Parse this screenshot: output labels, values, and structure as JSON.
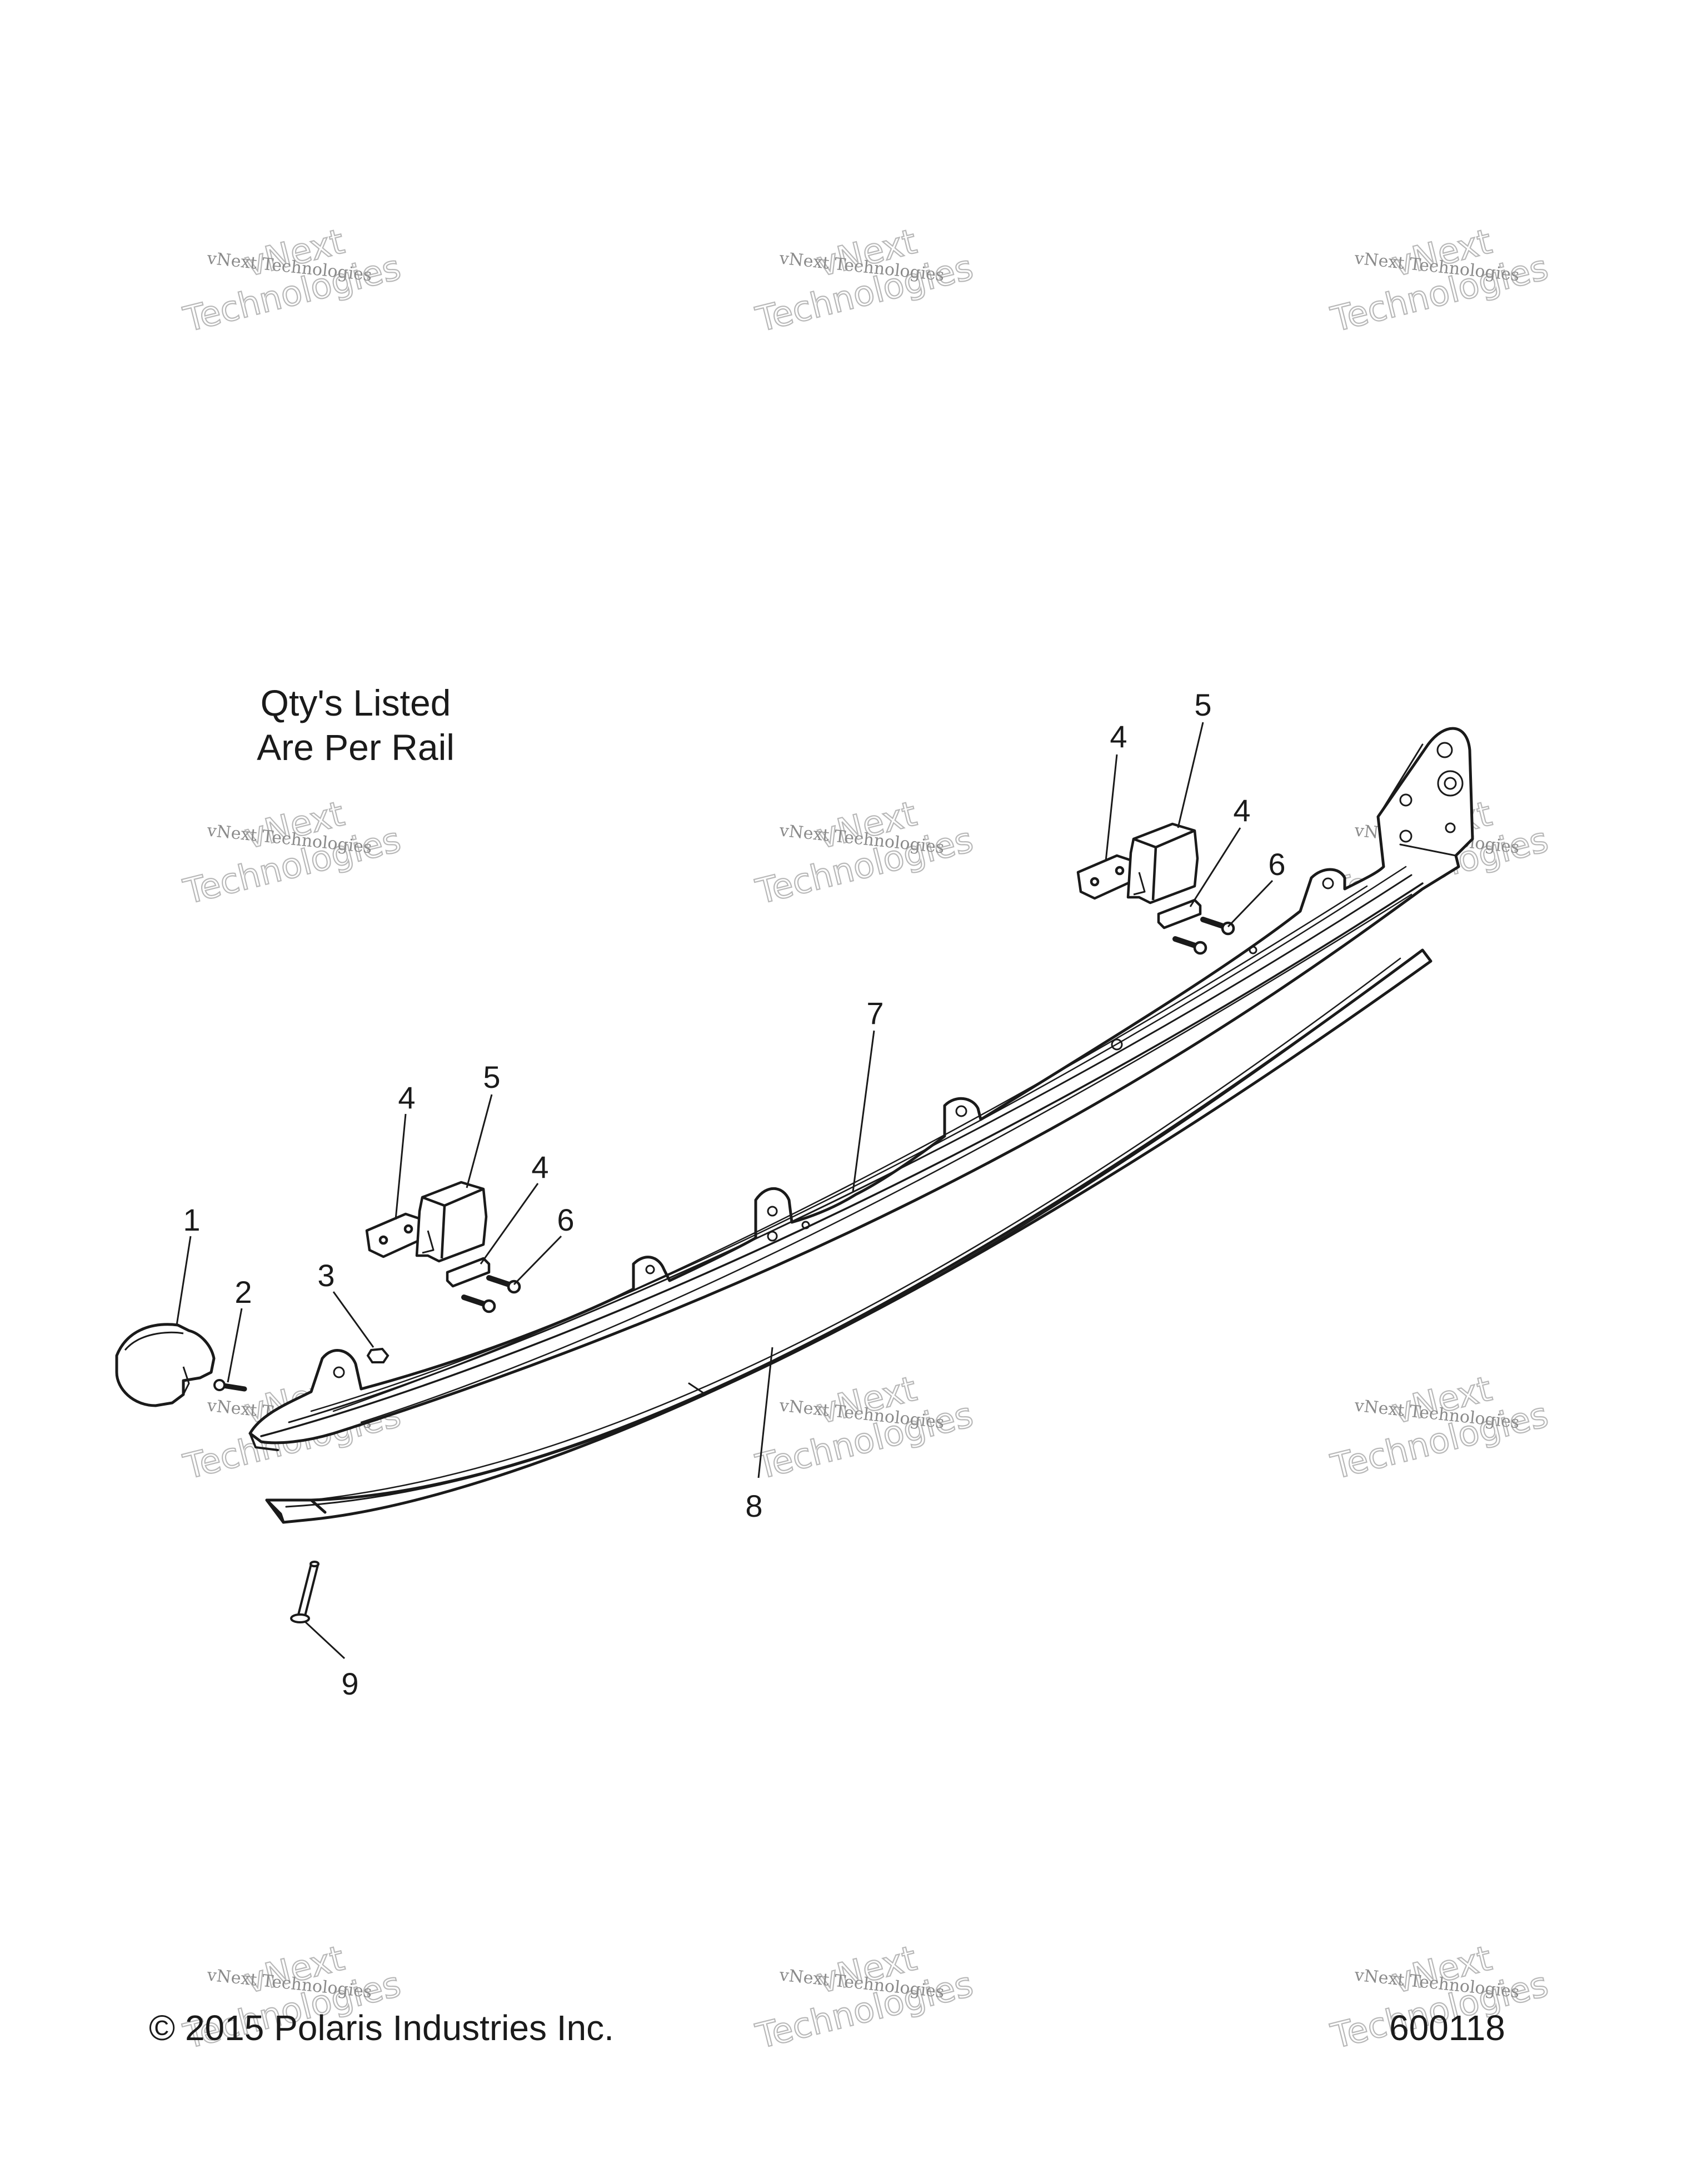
{
  "note": {
    "line1": "Qty's Listed",
    "line2": "Are Per Rail"
  },
  "footer": {
    "copyright": "© 2015 Polaris Industries Inc.",
    "diagram_number": "600118"
  },
  "watermark": {
    "line1": "vNext Technologies",
    "line2": "vNext",
    "line3": "Technologies"
  },
  "callouts": {
    "c1": "1",
    "c2": "2",
    "c3": "3",
    "c4a": "4",
    "c4b": "4",
    "c4c": "4",
    "c4d": "4",
    "c5a": "5",
    "c5b": "5",
    "c6a": "6",
    "c6b": "6",
    "c7": "7",
    "c8": "8",
    "c9": "9"
  },
  "colors": {
    "line": "#1a1a1a",
    "watermark": "#9a9a9a",
    "background": "#ffffff"
  }
}
